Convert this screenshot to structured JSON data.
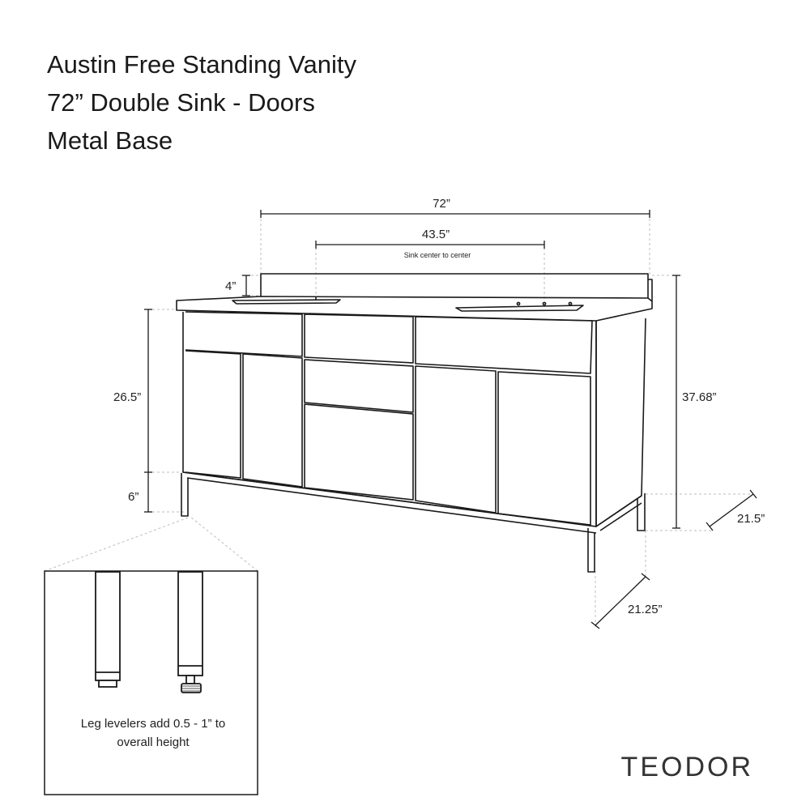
{
  "title": {
    "line1": "Austin Free Standing Vanity",
    "line2": "72”  Double Sink - Doors",
    "line3": "Metal Base"
  },
  "dimensions": {
    "overall_width": "72”",
    "sink_spacing": "43.5”",
    "sink_spacing_note": "Sink center to center",
    "backsplash_height": "4”",
    "cabinet_height": "26.5”",
    "leg_height": "6”",
    "overall_height": "37.68”",
    "top_depth": "21.5”",
    "base_depth": "21.25”"
  },
  "detail": {
    "note_line1": "Leg levelers add 0.5 - 1” to",
    "note_line2": "overall height"
  },
  "brand": "TEODOR",
  "colors": {
    "line": "#1a1a1a",
    "guide": "#b5b5b5",
    "background": "#ffffff"
  }
}
